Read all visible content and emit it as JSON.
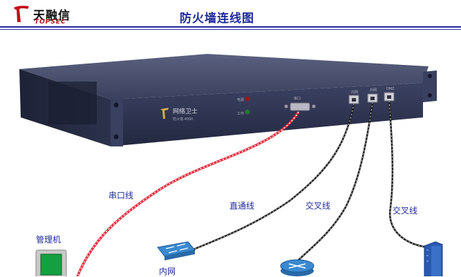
{
  "header": {
    "brand_cn": "天融信",
    "brand_en": "TOPSEC",
    "title": "防火墙连线图"
  },
  "device": {
    "panel_brand": "网络卫士",
    "panel_model": "防火墙 4000",
    "led_labels": [
      "电源",
      "工作"
    ],
    "console_label": "串口",
    "port_labels": [
      "内网",
      "外网",
      "DMZ"
    ]
  },
  "cables": {
    "serial": "串口线",
    "straight": "直通线",
    "crossover1": "交叉线",
    "crossover2": "交叉线"
  },
  "nodes": {
    "manager": "管理机",
    "inner_network": "内网"
  },
  "colors": {
    "title": "#1f2a9a",
    "serial_cable": "#e03040",
    "chassis": "#2f3550"
  }
}
